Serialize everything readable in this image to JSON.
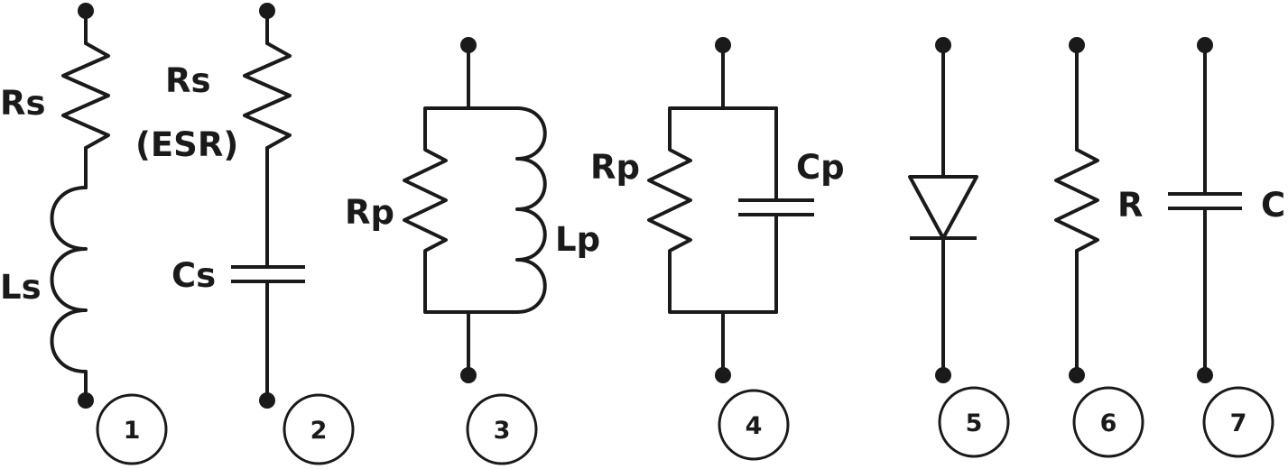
{
  "circuits": [
    {
      "id": 1,
      "number": "1",
      "kind": "series-resistor-inductor",
      "labels": {
        "resistor": "Rs",
        "inductor": "Ls"
      }
    },
    {
      "id": 2,
      "number": "2",
      "kind": "series-resistor-capacitor",
      "labels": {
        "resistor_line1": "Rs",
        "resistor_line2": "(ESR)",
        "capacitor": "Cs"
      }
    },
    {
      "id": 3,
      "number": "3",
      "kind": "parallel-resistor-inductor",
      "labels": {
        "resistor": "Rp",
        "inductor": "Lp"
      }
    },
    {
      "id": 4,
      "number": "4",
      "kind": "parallel-resistor-capacitor",
      "labels": {
        "resistor": "Rp",
        "capacitor": "Cp"
      }
    },
    {
      "id": 5,
      "number": "5",
      "kind": "diode",
      "labels": {}
    },
    {
      "id": 6,
      "number": "6",
      "kind": "resistor",
      "labels": {
        "resistor": "R"
      }
    },
    {
      "id": 7,
      "number": "7",
      "kind": "capacitor",
      "labels": {
        "capacitor": "C"
      }
    }
  ]
}
